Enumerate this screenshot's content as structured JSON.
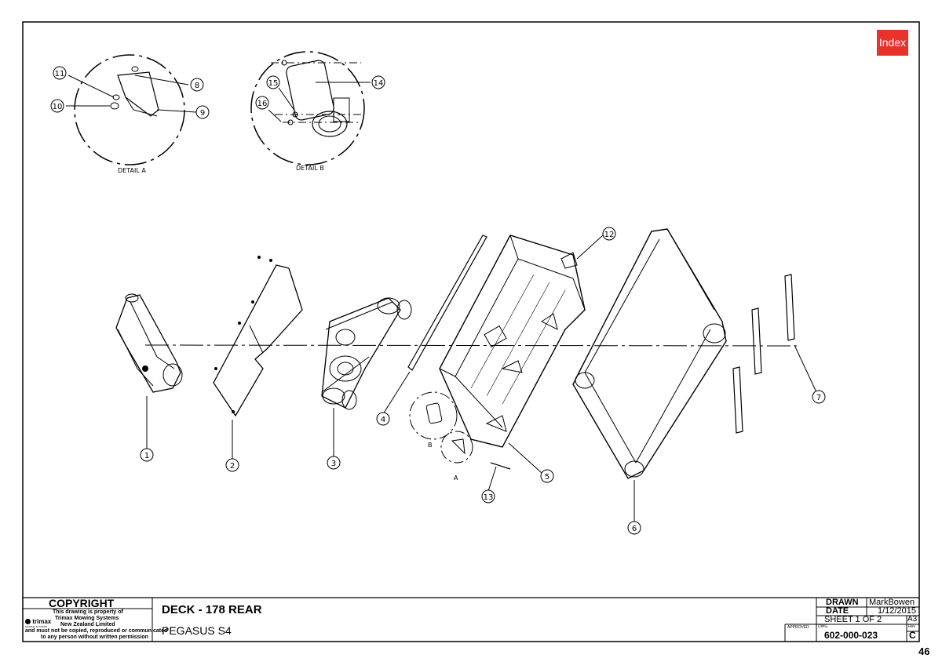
{
  "header": {
    "index_button": "Index"
  },
  "details": {
    "detail_a": "DETAIL A",
    "detail_b": "DETAIL B",
    "label_a": "A",
    "label_b": "B"
  },
  "balloons": [
    "1",
    "2",
    "3",
    "4",
    "5",
    "6",
    "7",
    "8",
    "9",
    "10",
    "11",
    "12",
    "13",
    "14",
    "15",
    "16"
  ],
  "title_block": {
    "copyright_heading": "COPYRIGHT",
    "copyright_line1": "This drawing is property of",
    "copyright_line2": "Trimax Mowing Systems",
    "copyright_line3": "New Zealand Limited",
    "copyright_line4": "and must not be copied, reproduced or communicated",
    "copyright_line5": "to any person without written permission",
    "logo_text": "trimax",
    "logo_subtext": "MOWING SYSTEMS",
    "title": "DECK - 178 REAR",
    "subtitle": "PEGASUS S4",
    "drawn_label": "DRAWN",
    "drawn_value": "MarkBowen",
    "date_label": "DATE",
    "date_value": "1/12/2015",
    "sheet": "SHEET 1 OF 2",
    "size": "A3",
    "approved_label": "APPROVED",
    "dwg_label": "DWG",
    "dwg_value": "602-000-023",
    "rev_label": "Rev",
    "rev_value": "C"
  },
  "page_number": "46",
  "colors": {
    "index_button_bg": "#e8322a",
    "line": "#000000"
  }
}
